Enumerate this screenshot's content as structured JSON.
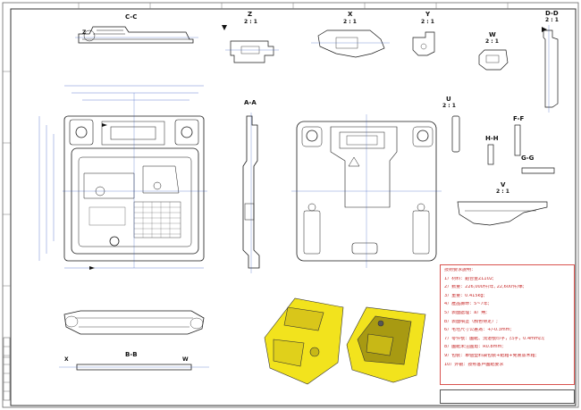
{
  "views": {
    "cc": {
      "label": "C-C",
      "marker_z": "Z"
    },
    "z": {
      "label": "Z",
      "scale": "2 : 1"
    },
    "x": {
      "label": "X",
      "scale": "2 : 1"
    },
    "y": {
      "label": "Y",
      "scale": "2 : 1"
    },
    "dd": {
      "label": "D-D",
      "scale": "2 : 1"
    },
    "w": {
      "label": "W",
      "scale": "2 : 1"
    },
    "aa": {
      "label": "A-A"
    },
    "u": {
      "label": "U",
      "scale": "2 : 1"
    },
    "ff": {
      "label": "F-F"
    },
    "hh": {
      "label": "H-H"
    },
    "gg": {
      "label": "G-G"
    },
    "v": {
      "label": "V",
      "scale": "2 : 1"
    },
    "bb": {
      "label": "B-B",
      "marker_x": "X",
      "marker_w": "W"
    }
  },
  "notes": {
    "title": "技術要求說明：",
    "items": [
      "1）材料：鋁合金ZL102;",
      "2）數量：226,000件/年, 22,600件/單;",
      "3）重量：0.415kg;",
      "4）產品壽命：5~7年;",
      "5）表面處理：a）無;",
      "      b）表面噴塗（顏色待定）;",
      "6）毛坯尺寸公差為：+/-0.3mm;",
      "7）零件號：圖紙、流道號印字，凸字，0.4mm凸;",
      "8）圖紙未注圓角：R0.8mm;",
      "9）包裝：單個塑料袋包裝+紙箱+免熏蒸木箱;",
      "10）外觀：按照客戶圖紙要求"
    ]
  },
  "colors": {
    "accent": "#d9534f",
    "render_yellow": "#f2e31d",
    "line": "#1a1a1a",
    "dim": "#2a52be"
  }
}
